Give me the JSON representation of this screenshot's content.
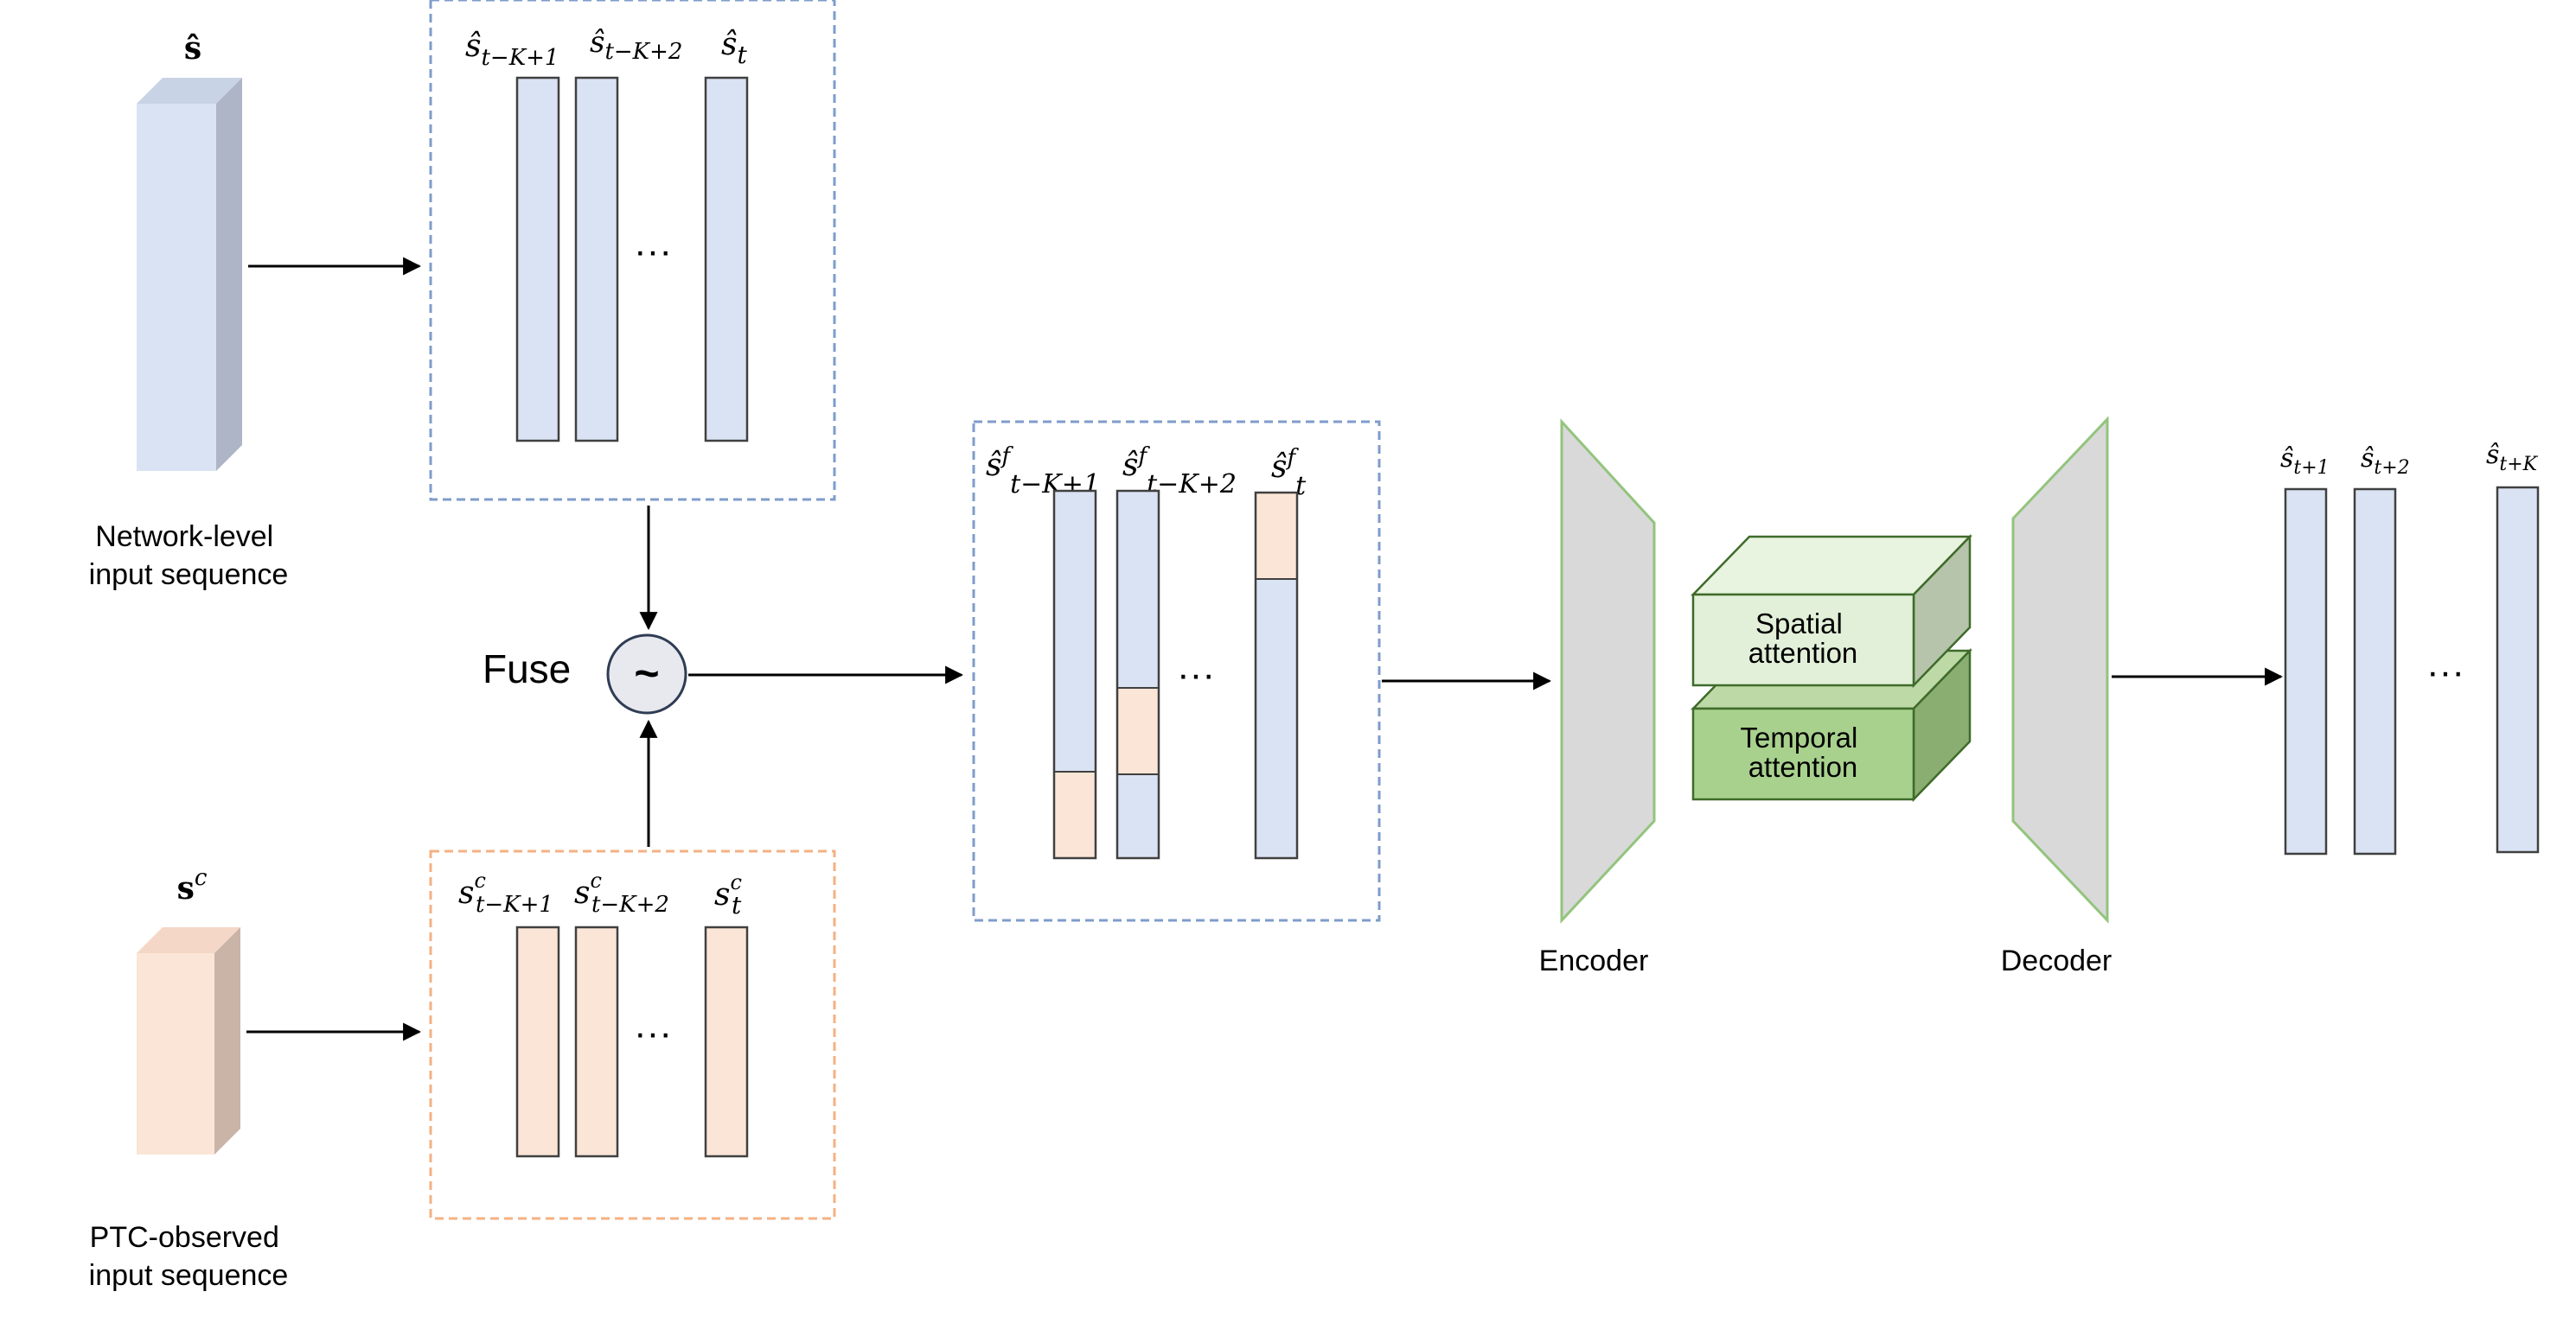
{
  "labels": {
    "network_input": [
      "Network-level",
      "input sequence"
    ],
    "ptc_input": [
      "PTC-observed",
      "input sequence"
    ],
    "fuse": "Fuse",
    "fuse_symbol": "~",
    "ellipsis": "···",
    "encoder": "Encoder",
    "decoder": "Decoder",
    "spatial_attention": [
      "Spatial",
      "attention"
    ],
    "temporal_attention": [
      "Temporal",
      "attention"
    ]
  },
  "math": {
    "s_hat_base": "ŝ",
    "s_base": "s",
    "sup_c": "c",
    "sup_f": "f",
    "sub_t_minus_K_plus_1": "t−K+1",
    "sub_t_minus_K_plus_2": "t−K+2",
    "sub_t": "t",
    "sub_t_plus_1": "t+1",
    "sub_t_plus_2": "t+2",
    "sub_t_plus_K": "t+K"
  },
  "colors": {
    "network_blue": "#dae3f3",
    "ptc_peach": "#fbe5d6",
    "blue_dashed_border": "#7f9ccb",
    "orange_dashed_border": "#f4b183",
    "encoder_gray": "#d9d9d9",
    "encoder_border": "#93c47d",
    "spatial_green": "#e2f0d9",
    "temporal_green": "#a9d18e",
    "block_border": "#3f6b2a"
  }
}
